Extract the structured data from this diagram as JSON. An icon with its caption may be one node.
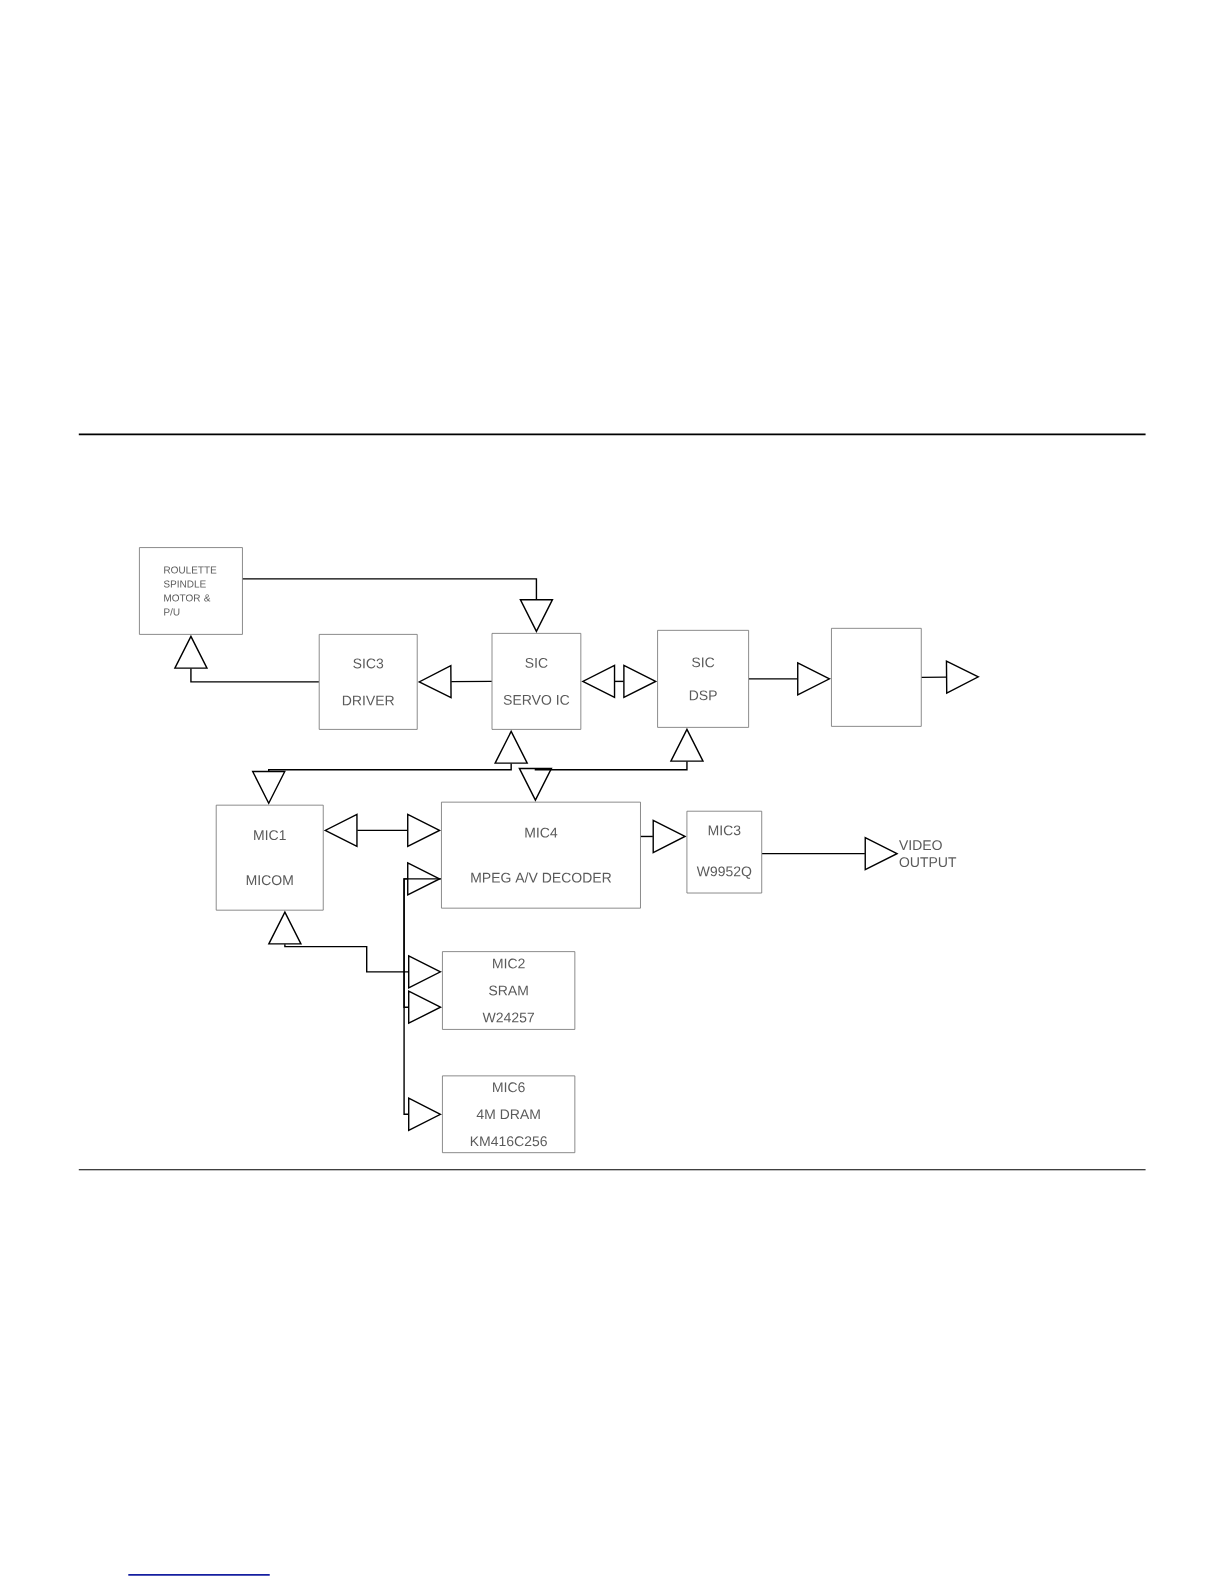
{
  "diagram": {
    "nodes": [
      {
        "text": [
          "ROULETTE SPINDLE MOTOR & P/U"
        ]
      },
      {
        "text": [
          "SIC3",
          "DRIVER"
        ]
      },
      {
        "text": [
          "SIC",
          "SERVO IC"
        ]
      },
      {
        "text": [
          "SIC",
          "DSP"
        ]
      },
      {
        "text": [],
        "shape": "box"
      },
      {
        "text": [
          "MIC1",
          "MICOM"
        ]
      },
      {
        "text": [
          "MIC4",
          "MPEG A/V DECODER"
        ]
      },
      {
        "text": [
          "MIC3",
          "W9952Q"
        ]
      },
      {
        "text": [
          "VIDEO OUTPUT"
        ]
      },
      {
        "text": [
          "MIC2",
          "SRAM",
          "W24257"
        ]
      },
      {
        "text": [
          "MIC6",
          "4M DRAM",
          "KM416C256"
        ]
      }
    ],
    "edges": [
      {
        "from": 0,
        "to": 2,
        "arrow": "to"
      },
      {
        "from": 2,
        "to": 1,
        "arrow": "to"
      },
      {
        "from": 1,
        "to": 0,
        "arrow": "to"
      },
      {
        "from": 2,
        "to": 3,
        "arrow": "both"
      },
      {
        "from": 3,
        "to": 4,
        "arrow": "to"
      },
      {
        "from": 4,
        "to": null,
        "arrow": "to"
      },
      {
        "from": 2,
        "to": 5,
        "arrow": "both"
      },
      {
        "from": 3,
        "to": 6,
        "arrow": "both"
      },
      {
        "from": 5,
        "to": 6,
        "arrow": "both"
      },
      {
        "from": 6,
        "to": 7,
        "arrow": "to"
      },
      {
        "from": 7,
        "to": 8,
        "arrow": "to"
      },
      {
        "from": 5,
        "to": 9,
        "arrow": "both"
      },
      {
        "from": 9,
        "to": 6,
        "arrow": "both"
      },
      {
        "from": 6,
        "to": 10,
        "arrow": "to"
      }
    ]
  }
}
